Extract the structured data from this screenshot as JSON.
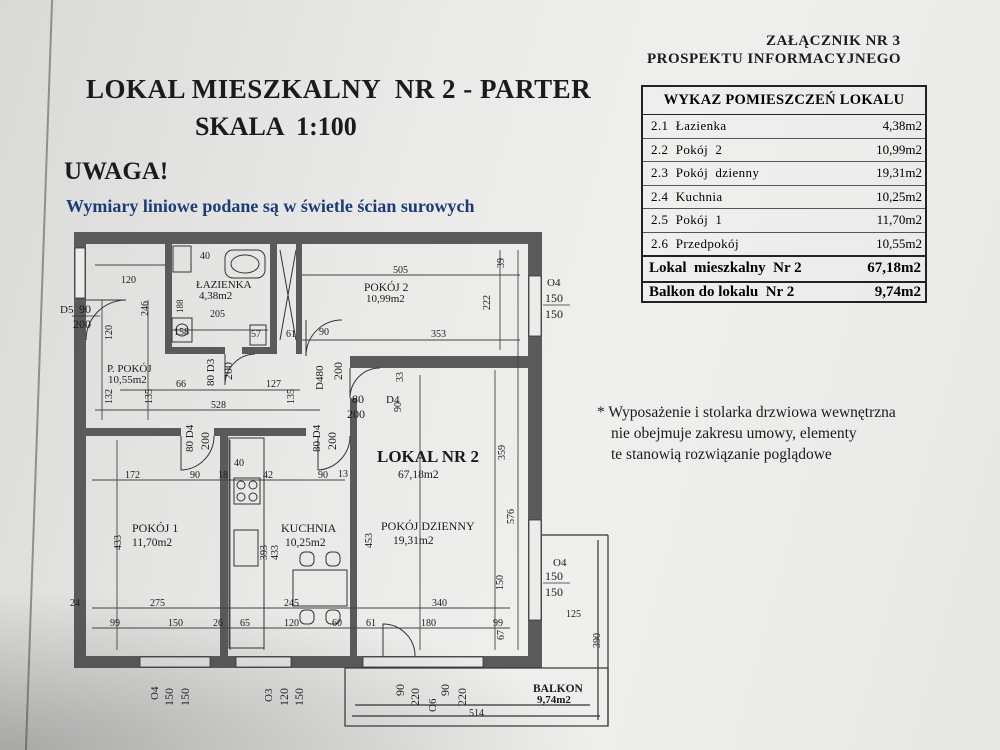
{
  "annex": {
    "line1": "ZAŁĄCZNIK NR 3",
    "line2": "PROSPEKTU INFORMACYJNEGO"
  },
  "header": {
    "title": "LOKAL MIESZKALNY  NR 2 - PARTER",
    "scale": "SKALA  1:100",
    "warning": "UWAGA!",
    "warning_note": "Wymiary liniowe podane są w świetle ścian surowych"
  },
  "rooms_table": {
    "title": "WYKAZ POMIESZCZEŃ LOKALU",
    "rows": [
      {
        "name": "2.1  Łazienka",
        "area": "4,38m2"
      },
      {
        "name": "2.2  Pokój  2",
        "area": "10,99m2"
      },
      {
        "name": "2.3  Pokój  dzienny",
        "area": "19,31m2"
      },
      {
        "name": "2.4  Kuchnia",
        "area": "10,25m2"
      },
      {
        "name": "2.5  Pokój  1",
        "area": "11,70m2"
      },
      {
        "name": "2.6  Przedpokój",
        "area": "10,55m2"
      }
    ],
    "total_label": "Lokal  mieszkalny  Nr 2",
    "total_area": "67,18m2",
    "balcony_label": "Balkon do lokalu  Nr 2",
    "balcony_area": "9,74m2"
  },
  "footnote": [
    "* Wyposażenie i stolarka drzwiowa wewnętrzna",
    "nie obejmuje zakresu umowy, elementy",
    "te stanowią rozwiązanie poglądowe"
  ],
  "plan": {
    "unit_label": "LOKAL NR 2",
    "unit_area": "67,18m2",
    "rooms": {
      "bathroom": {
        "name": "ŁAZIENKA",
        "area": "4,38m2"
      },
      "room2": {
        "name": "POKÓJ 2",
        "area": "10,99m2"
      },
      "hall": {
        "name": "P. POKÓJ",
        "area": "10,55m2"
      },
      "room1": {
        "name": "POKÓJ 1",
        "area": "11,70m2"
      },
      "kitchen": {
        "name": "KUCHNIA",
        "area": "10,25m2"
      },
      "living": {
        "name": "POKÓJ DZIENNY",
        "area": "19,31m2"
      },
      "balcony": {
        "name": "BALKON",
        "area": "9,74m2"
      }
    },
    "doors": {
      "d5": "D5",
      "d5_w": "90",
      "d5_h": "200",
      "d3": "D3",
      "d3_w": "80",
      "d3_h": "200",
      "d480": "D480",
      "d480_h": "200",
      "d4a": "D4",
      "d4a_w": "80",
      "d4a_h": "200",
      "d4b": "D4",
      "d4b_w": "80",
      "d4b_h": "200",
      "d4c": "D4",
      "d4c_w": "80",
      "d4c_h": "200"
    },
    "windows": {
      "o4_top": "O4",
      "o4_top_a": "150",
      "o4_top_b": "150",
      "o4_mid": "O4",
      "o4_mid_a": "150",
      "o4_mid_b": "150",
      "o4_bottom": "O4",
      "o4_bottom_a": "150",
      "o4_bottom_b": "150",
      "o3": "O3",
      "o3_a": "120",
      "o3_b": "150",
      "o6": "O6",
      "o6_a": "90",
      "o6_b": "220",
      "o6_c": "90",
      "o6_d": "220"
    },
    "dims": {
      "d505": "505",
      "d353": "353",
      "d222": "222",
      "d39": "39",
      "d246": "246",
      "d120": "120",
      "d205": "205",
      "d57": "57",
      "d61": "61",
      "d40": "40",
      "d158": "158",
      "d188": "188",
      "d120b": "120",
      "d66": "66",
      "d127": "127",
      "d528": "528",
      "d132": "132",
      "d135": "135",
      "d135b": "135",
      "d172": "172",
      "d90a": "90",
      "d40b": "40",
      "d42": "42",
      "d90b": "90",
      "d13": "13",
      "d18": "18",
      "d433a": "433",
      "d393": "393",
      "d433b": "433",
      "d453": "453",
      "d359": "359",
      "d576": "576",
      "d150": "150",
      "d275": "275",
      "d245": "245",
      "d340": "340",
      "d24": "24",
      "d99a": "99",
      "d150b": "150",
      "d26": "26",
      "d65": "65",
      "d120c": "120",
      "d60": "60",
      "d61b": "61",
      "d180": "180",
      "d99b": "99",
      "d67": "67",
      "d125": "125",
      "d390": "390",
      "d514": "514",
      "d90c": "90",
      "d33": "33",
      "d80": "80"
    }
  }
}
